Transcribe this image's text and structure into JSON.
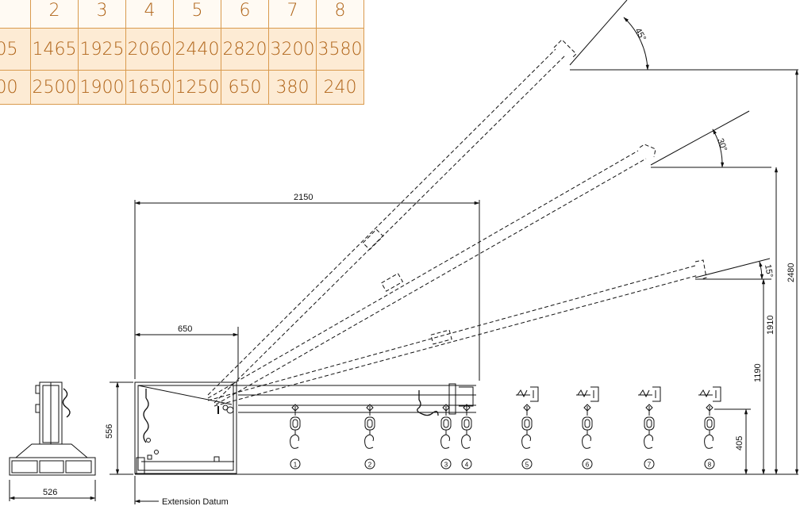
{
  "table": {
    "rows": [
      [
        "",
        "2",
        "3",
        "4",
        "5",
        "6",
        "7",
        "8"
      ],
      [
        "05",
        "1465",
        "1925",
        "2060",
        "2440",
        "2820",
        "3200",
        "3580"
      ],
      [
        "00",
        "2500",
        "1900",
        "1650",
        "1250",
        "650",
        "380",
        "240"
      ]
    ]
  },
  "dimensions": {
    "boom_length": "2150",
    "hook_pos_1": "650",
    "height_base": "556",
    "width_base": "526",
    "height_hook": "405",
    "height_0deg": "1190",
    "height_15deg": "1910",
    "height_30deg": "2480"
  },
  "angles": {
    "a45": "45°",
    "a30": "30°",
    "a15": "15°"
  },
  "labels": {
    "datum": "Extension Datum"
  },
  "hook_numbers": [
    "1",
    "2",
    "3",
    "4",
    "5",
    "6",
    "7",
    "8"
  ],
  "colors": {
    "table_border": "#d99a4e",
    "table_text": "#b06418",
    "table_fill": "#fdebd4",
    "line": "#111111"
  }
}
